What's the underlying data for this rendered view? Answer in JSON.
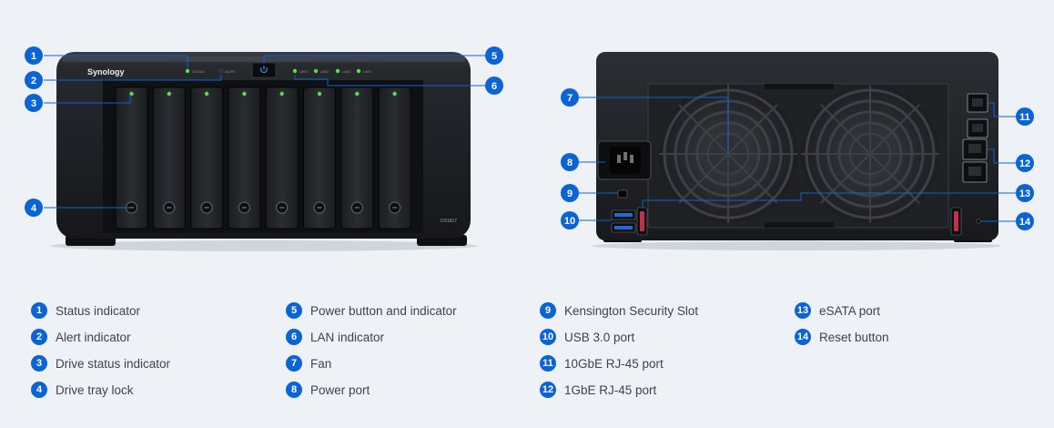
{
  "diagram": {
    "front_view": {
      "brand_logo": "Synology",
      "model_label": "DS1817",
      "panel_labels": [
        "STATUS",
        "ALERT",
        "LAN1",
        "LAN2",
        "LAN3",
        "LAN4"
      ],
      "drive_bay_count": 8
    },
    "rear_view": {
      "fan_count": 2,
      "rj45_10gbe_port_count": 2,
      "rj45_1gbe_port_count": 2,
      "usb_port_count": 2,
      "esata_port_count": 2
    },
    "callouts": [
      "1",
      "2",
      "3",
      "4",
      "5",
      "6",
      "7",
      "8",
      "9",
      "10",
      "11",
      "12",
      "13",
      "14"
    ],
    "colors": {
      "badge": "#0a64d6",
      "leader_line": "#0a64d6",
      "chassis": "#1e2125",
      "led_green": "#58e046",
      "background": "#eef1f5"
    }
  },
  "legend": [
    {
      "num": "1",
      "label": "Status indicator"
    },
    {
      "num": "2",
      "label": "Alert indicator"
    },
    {
      "num": "3",
      "label": "Drive status indicator"
    },
    {
      "num": "4",
      "label": "Drive tray lock"
    },
    {
      "num": "5",
      "label": "Power button and indicator"
    },
    {
      "num": "6",
      "label": "LAN indicator"
    },
    {
      "num": "7",
      "label": "Fan"
    },
    {
      "num": "8",
      "label": "Power port"
    },
    {
      "num": "9",
      "label": "Kensington Security Slot"
    },
    {
      "num": "10",
      "label": "USB 3.0 port"
    },
    {
      "num": "11",
      "label": "10GbE RJ-45 port"
    },
    {
      "num": "12",
      "label": "1GbE RJ-45 port"
    },
    {
      "num": "13",
      "label": "eSATA port"
    },
    {
      "num": "14",
      "label": "Reset button"
    }
  ]
}
